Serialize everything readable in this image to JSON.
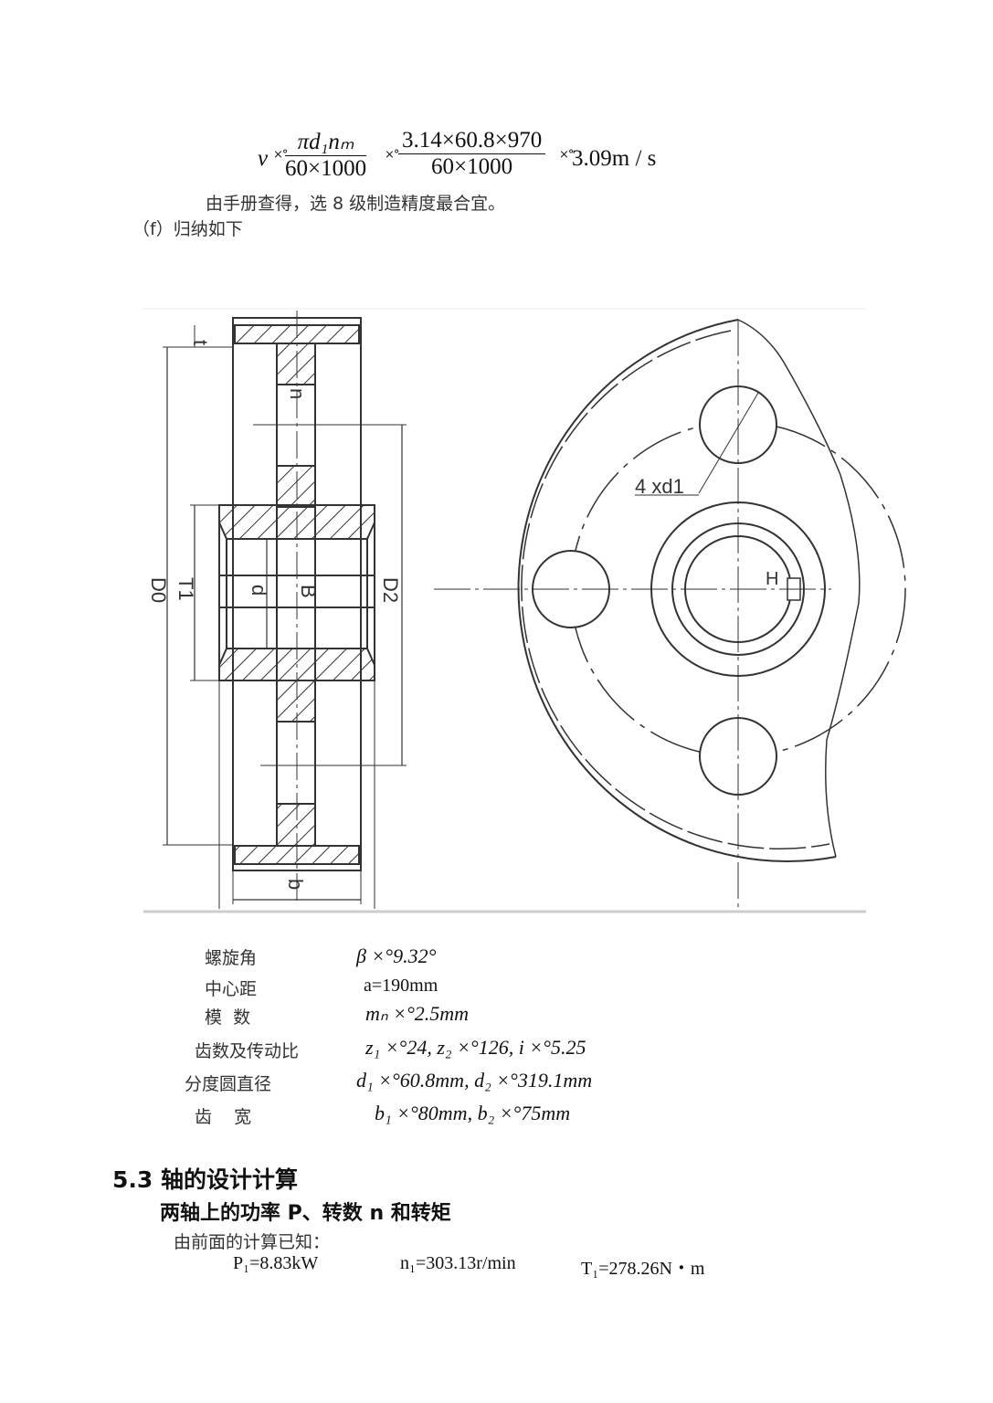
{
  "formula": {
    "lhs": "v",
    "eq_glyph": "×°",
    "frac1_num": "πd₁nₘ",
    "frac1_den": "60×1000",
    "frac2_num": "3.14×60.8×970",
    "frac2_den": "60×1000",
    "result": "3.09m / s"
  },
  "text_precision": "由手册查得，选 8 级制造精度最合宜。",
  "text_summary": "（f）归纳如下",
  "drawing": {
    "labels": {
      "t": "t",
      "n": "n",
      "D0": "D0",
      "T1": "T1",
      "d": "d",
      "B": "B",
      "D2": "D2",
      "b": "b",
      "holes": "4 xd1",
      "H": "H"
    }
  },
  "params": [
    {
      "label": "螺旋角",
      "value": "β ×°9.32°"
    },
    {
      "label": "中心距",
      "value": "a=190mm"
    },
    {
      "label": "模  数",
      "value": "mₙ ×°2.5mm"
    },
    {
      "label": "齿数及传动比",
      "value": "z₁ ×°24, z₂ ×°126, i ×°5.25"
    },
    {
      "label": "分度圆直径",
      "value": "d₁ ×°60.8mm, d₂ ×°319.1mm"
    },
    {
      "label": "齿    宽",
      "value": "b₁ ×°80mm, b₂ ×°75mm"
    }
  ],
  "section": {
    "title": "5.3 轴的设计计算",
    "subtitle": "两轴上的功率 P、转数 n 和转矩",
    "intro": "由前面的计算已知：",
    "values": [
      "P₁=8.83kW",
      "n₁=303.13r/min",
      "T₁=278.26N・m"
    ]
  }
}
